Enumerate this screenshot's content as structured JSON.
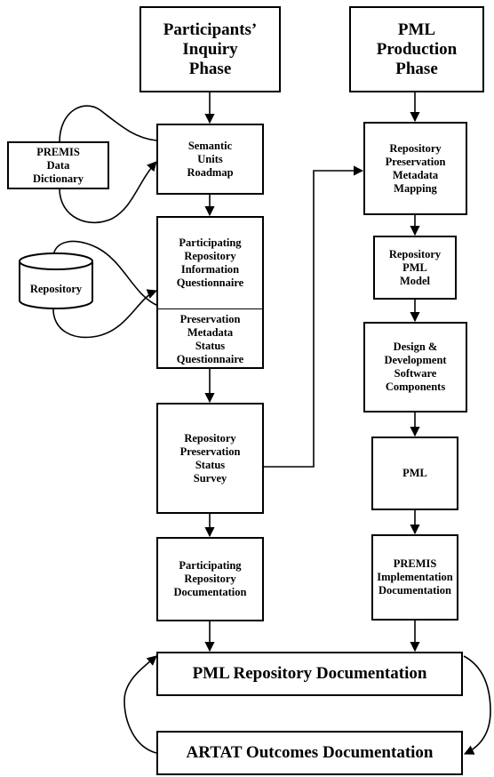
{
  "phases": {
    "inquiry": [
      "Participants’",
      "Inquiry",
      "Phase"
    ],
    "production": [
      "PML",
      "Production",
      "Phase"
    ]
  },
  "left_column": {
    "semantic_units": [
      "Semantic",
      "Units",
      "Roadmap"
    ],
    "participating_questionnaire": [
      "Participating",
      "Repository",
      "Information",
      "Questionnaire"
    ],
    "preservation_questionnaire": [
      "Preservation",
      "Metadata",
      "Status",
      "Questionnaire"
    ],
    "status_survey": [
      "Repository",
      "Preservation",
      "Status",
      "Survey"
    ],
    "participating_documentation": [
      "Participating",
      "Repository",
      "Documentation"
    ]
  },
  "right_column": {
    "metadata_mapping": [
      "Repository",
      "Preservation",
      "Metadata",
      "Mapping"
    ],
    "pml_model": [
      "Repository",
      "PML",
      "Model"
    ],
    "design_dev": [
      "Design &",
      "Development",
      "Software",
      "Components"
    ],
    "pml": [
      "PML"
    ],
    "premis_impl": [
      "PREMIS",
      "Implementation",
      "Documentation"
    ]
  },
  "external": {
    "premis_dictionary": [
      "PREMIS",
      "Data",
      "Dictionary"
    ],
    "repository": "Repository"
  },
  "bottom": {
    "pml_repo_doc": "PML Repository Documentation",
    "artat_doc": "ARTAT Outcomes Documentation"
  }
}
